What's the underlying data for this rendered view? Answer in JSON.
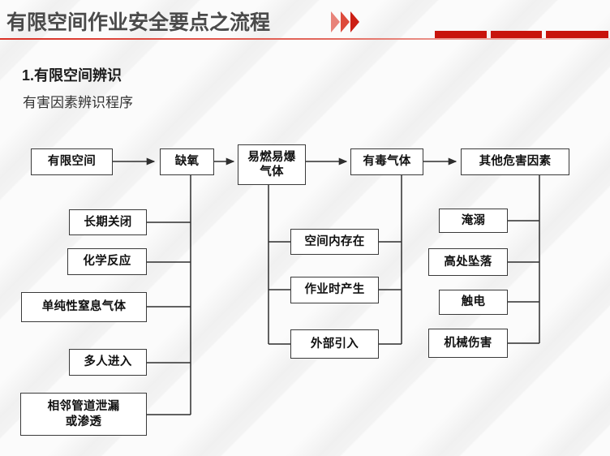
{
  "header": {
    "title": "有限空间作业安全要点之流程",
    "chevron_icon": "double-chevron-right-icon",
    "accent_color": "#c8140c",
    "title_color": "#4a4a4a",
    "blocks": [
      "block-1",
      "block-2",
      "block-3"
    ]
  },
  "section": {
    "number_title": "1.有限空间辨识",
    "subtitle": "有害因素辨识程序"
  },
  "diagram": {
    "type": "flowchart",
    "top_row": [
      {
        "id": "confined-space",
        "label": "有限空间"
      },
      {
        "id": "oxygen-deficiency",
        "label": "缺氧"
      },
      {
        "id": "flammable-explosive-gas",
        "label": "易燃易爆\n气体"
      },
      {
        "id": "toxic-gas",
        "label": "有毒气体"
      },
      {
        "id": "other-hazard-factors",
        "label": "其他危害因素"
      }
    ],
    "oxygen_causes": [
      {
        "id": "long-term-closure",
        "label": "长期关闭"
      },
      {
        "id": "chemical-reaction",
        "label": "化学反应"
      },
      {
        "id": "simple-asphyxiant-gas",
        "label": "单纯性窒息气体"
      },
      {
        "id": "multiple-people-entry",
        "label": "多人进入"
      },
      {
        "id": "adjacent-pipe-leak",
        "label": "相邻管道泄漏\n或渗透"
      }
    ],
    "gas_sources": [
      {
        "id": "existing-in-space",
        "label": "空间内存在"
      },
      {
        "id": "generated-during-work",
        "label": "作业时产生"
      },
      {
        "id": "introduced-externally",
        "label": "外部引入"
      }
    ],
    "other_hazards": [
      {
        "id": "drowning",
        "label": "淹溺"
      },
      {
        "id": "fall-from-height",
        "label": "高处坠落"
      },
      {
        "id": "electric-shock",
        "label": "触电"
      },
      {
        "id": "mechanical-injury",
        "label": "机械伤害"
      }
    ],
    "arrows": [
      "confined-space-to-oxygen-deficiency",
      "oxygen-deficiency-to-flammable-explosive-gas",
      "flammable-explosive-gas-to-toxic-gas",
      "toxic-gas-to-other-hazard-factors"
    ]
  }
}
